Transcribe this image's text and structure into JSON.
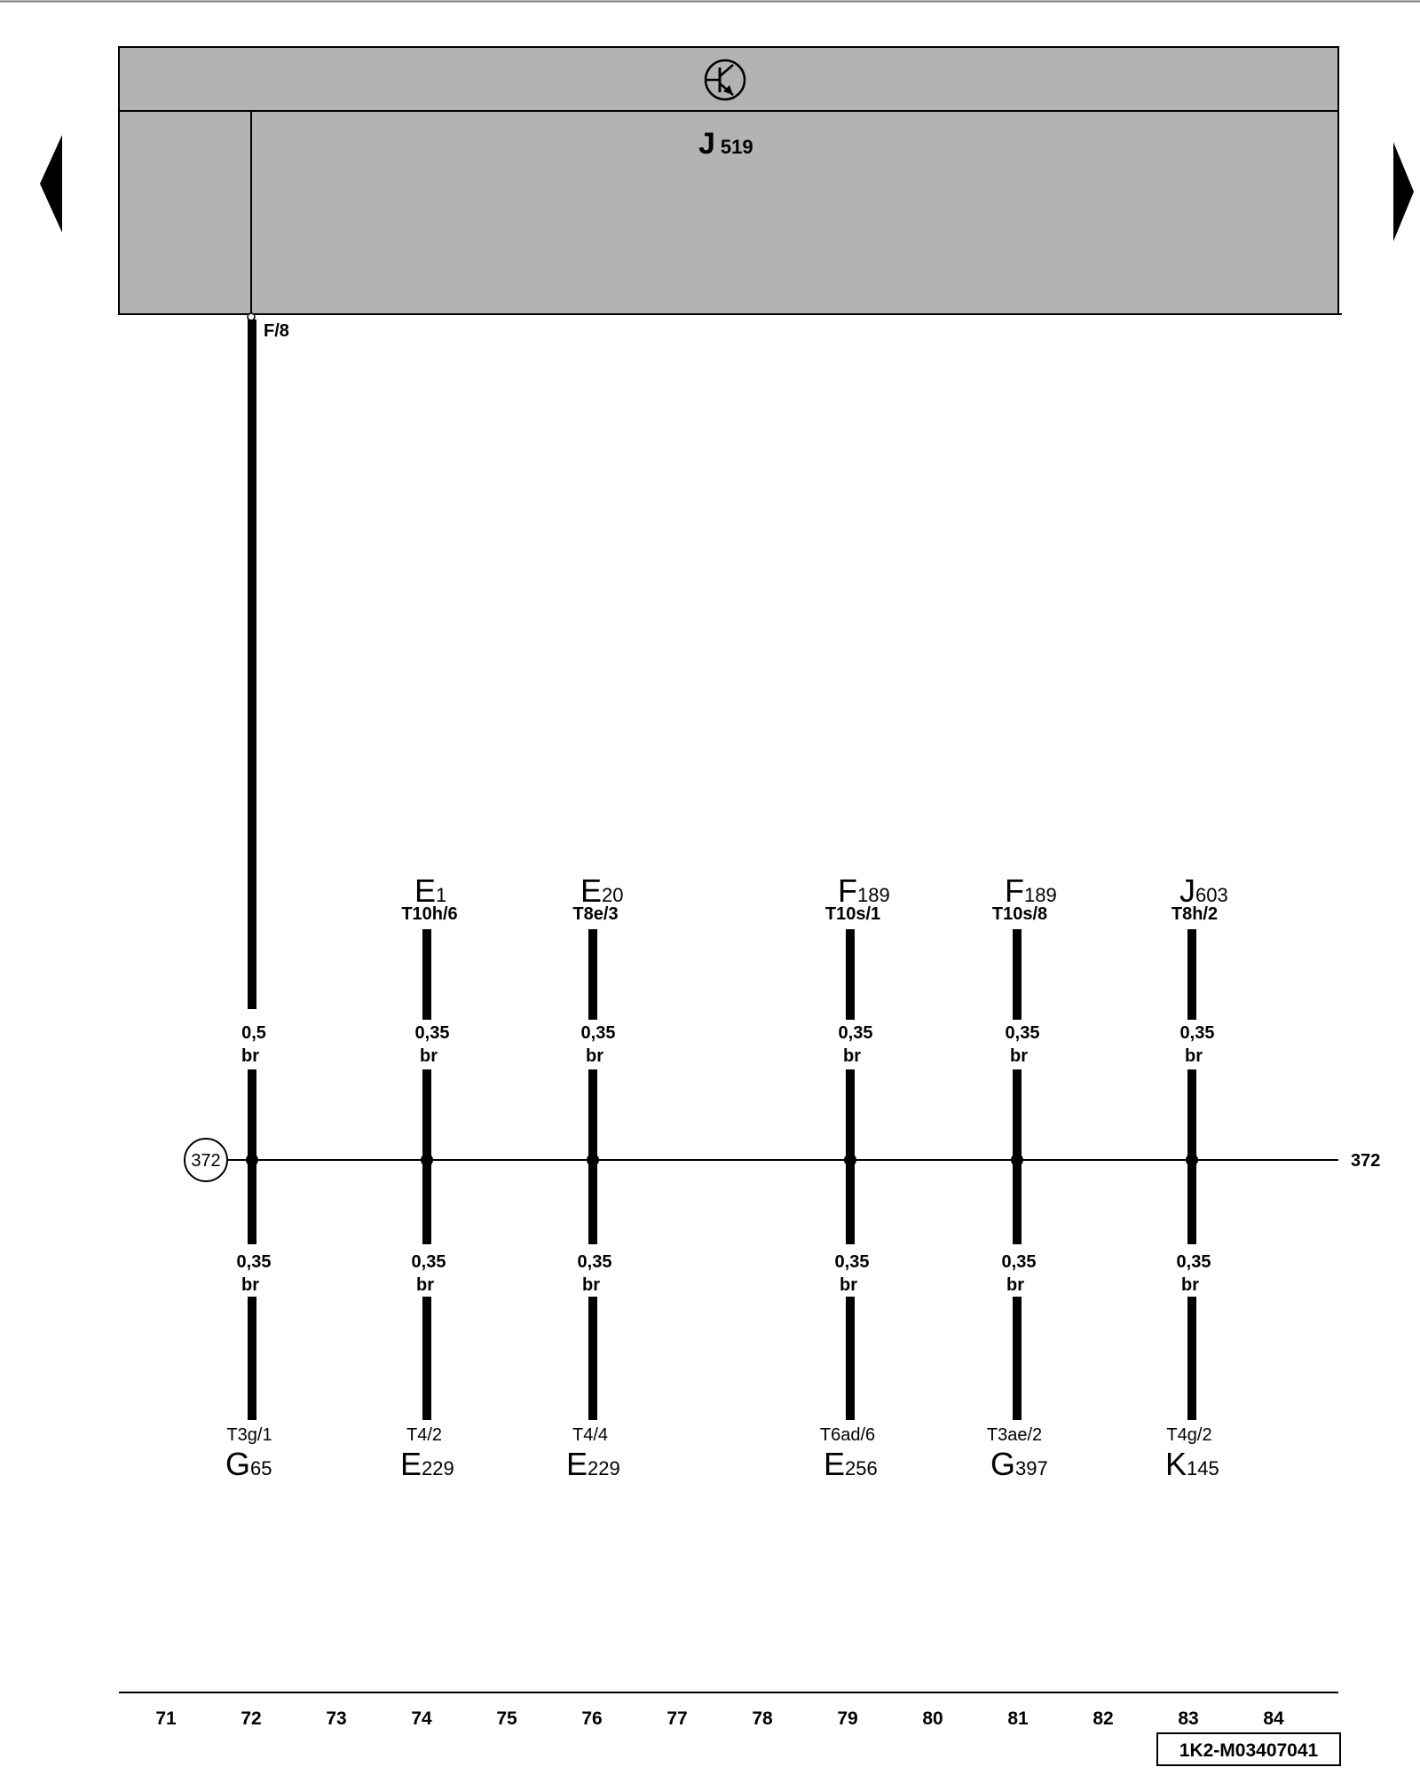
{
  "control_unit": {
    "letter": "J",
    "number": "519",
    "icon": "transistor-icon",
    "pin": "F/8"
  },
  "wire_from_unit": {
    "gauge": "0,5",
    "color": "br"
  },
  "junction": {
    "id": "372",
    "continues_to": "372"
  },
  "top_components": [
    {
      "letter": "E",
      "number": "1",
      "pin": "T10h/6",
      "gauge": "0,35",
      "color": "br"
    },
    {
      "letter": "E",
      "number": "20",
      "pin": "T8e/3",
      "gauge": "0,35",
      "color": "br"
    },
    {
      "letter": "F",
      "number": "189",
      "pin": "T10s/1",
      "gauge": "0,35",
      "color": "br"
    },
    {
      "letter": "F",
      "number": "189",
      "pin": "T10s/8",
      "gauge": "0,35",
      "color": "br"
    },
    {
      "letter": "J",
      "number": "603",
      "pin": "T8h/2",
      "gauge": "0,35",
      "color": "br"
    }
  ],
  "bottom_components": [
    {
      "letter": "G",
      "number": "65",
      "pin": "T3g/1",
      "gauge": "0,35",
      "color": "br"
    },
    {
      "letter": "E",
      "number": "229",
      "pin": "T4/2",
      "gauge": "0,35",
      "color": "br"
    },
    {
      "letter": "E",
      "number": "229",
      "pin": "T4/4",
      "gauge": "0,35",
      "color": "br"
    },
    {
      "letter": "E",
      "number": "256",
      "pin": "T6ad/6",
      "gauge": "0,35",
      "color": "br"
    },
    {
      "letter": "G",
      "number": "397",
      "pin": "T3ae/2",
      "gauge": "0,35",
      "color": "br"
    },
    {
      "letter": "K",
      "number": "145",
      "pin": "T4g/2",
      "gauge": "0,35",
      "color": "br"
    }
  ],
  "grid_numbers": [
    "71",
    "72",
    "73",
    "74",
    "75",
    "76",
    "77",
    "78",
    "79",
    "80",
    "81",
    "82",
    "83",
    "84"
  ],
  "drawing_id": "1K2-M03407041"
}
